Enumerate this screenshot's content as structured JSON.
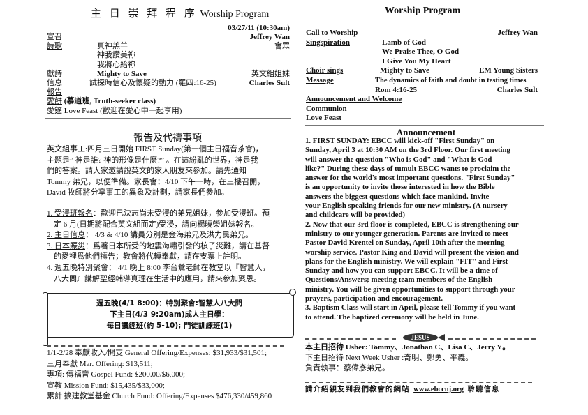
{
  "left": {
    "title_cn": "主 日 崇 拜 程 序",
    "title_en": "Worship Program",
    "date": "03/27/11 (10:30am)",
    "program": [
      {
        "label": "宣召",
        "middle": "",
        "right": "Jeffrey Wan"
      },
      {
        "label": "詩歌",
        "middle": "真神羔羊",
        "right": "會眾"
      },
      {
        "label": "",
        "middle": "神我讚美祢",
        "right": ""
      },
      {
        "label": "",
        "middle": "我將心給祢",
        "right": ""
      },
      {
        "label": "獻詩",
        "middle": "Mighty to Save",
        "right": "英文組姐妹"
      },
      {
        "label": "信息",
        "middle": "試探時信心及懷疑的動力 (羅四:16-25)",
        "right": "Charles Sult"
      },
      {
        "label": "報告",
        "middle": "",
        "right": ""
      }
    ],
    "love_bread_label": "愛餅",
    "love_bread_note": "(慕道班, Truth-seeker class)",
    "love_feast_label": "愛筵 Love Feast",
    "love_feast_note": "(歡迎在愛心中一起享用)",
    "announce_title": "報告及代禱事項",
    "announce_intro_lines": [
      "英文組事工:四月三日開始 FIRST Sunday(第一個主日福音茶會)，",
      "主題是” 神是誰? 神的形像是什麼?” 。在這紛亂的世界，神是我",
      "們的答案。請大家邀請說英文的家人朋友來參加。請先通知",
      "Tommy 弟兄，以便準備。家長會：4/10 下午一時，在三樓召開，",
      "David 牧師將分享事工的異象及計劃，請家長們參加。"
    ],
    "items": [
      {
        "head": "1. 受浸班報名",
        "lines": [
          "：歡迎已決志尚未受浸的弟兄姐妹，參加受浸班。預",
          "定 6 月(日期將配合英文組而定)受浸，請向楊曉榮姐妹報名。"
        ]
      },
      {
        "head": "2. 主日信息",
        "lines": [
          "： 4/3 & 4/10 講員分別是金海弟兄及洪力民弟兄。"
        ]
      },
      {
        "head": "3. 日本賑災",
        "lines": [
          "：爲著日本所受的地震海嘯引發的核子災難，請在基督",
          "的愛裡爲他們禱告；教會將代轉奉獻，請在支票上註明。"
        ]
      },
      {
        "head": "4. 週五晚特別聚會",
        "lines": [
          "： 4/1 晚上 8:00 李台鶯老師在教堂以『智慧人，",
          "八大問』講解聖經輔導真理在生活中的應用，請來參加聚恩。"
        ]
      }
    ],
    "scroll_lines": [
      "週五晚(4/1 8:00)：特別聚會:智慧人八大問",
      "下主日(4/3 9:20am)成人主日學：",
      "每日讀經班(約 5-10); 門徒訓練班(1)"
    ],
    "finance_lines": [
      "1/1-2/28 奉獻收入/開支 General Offering/Expenses: $31,933/$31,501;",
      "三月奉獻 Mar. Offering: $13,511;",
      "專項: 傳福音 Gospel Fund: $200.00/$6,000;",
      "宣教 Mission Fund: $15,435/$33,000;",
      "累計 擴建教堂基金 Church Fund: Offering/Expenses $476,330/459,860"
    ]
  },
  "right": {
    "title": "Worship Program",
    "program": [
      {
        "label": "Call to Worship",
        "middle": "",
        "right": "Jeffrey Wan"
      },
      {
        "label": "Singspiration",
        "middle": "Lamb of God",
        "right": ""
      },
      {
        "label": "",
        "middle": "We Praise Thee, O God",
        "right": ""
      },
      {
        "label": "",
        "middle": "I Give You My Heart",
        "right": ""
      },
      {
        "label": "Choir sings",
        "middle": "Mighty to Save",
        "right": "EM Young Sisters"
      },
      {
        "label": "Message",
        "middle": "The dynamics of faith and doubt in testing times",
        "right": ""
      },
      {
        "label": "",
        "middle": "Rom 4:16-25",
        "right": "Charles Sult"
      },
      {
        "label": "Announcement  and Welcome",
        "middle": "",
        "right": ""
      },
      {
        "label": "Communion",
        "middle": "",
        "right": ""
      },
      {
        "label": "Love Feast",
        "middle": "",
        "right": ""
      }
    ],
    "announce_title": "Announcement",
    "announce_lines": [
      "1. FIRST SUNDAY: EBCC will kick-off \"First Sunday\" on",
      "Sunday, April 3 at 10:30 AM on the 3rd Floor. Our first meeting",
      "will answer the question \"Who is God\" and \"What is God",
      "like?\"  During these days of tumult EBCC wants to proclaim the",
      "answer for the world's most important questions. \"First Sunday\"",
      "is an opportunity to invite those interested in how the Bible",
      "answers the biggest questions which face mankind.   Invite",
      "your English speaking friends for our new ministry.  (A nursery",
      "and childcare will be provided)",
      "2. Now that our 3rd floor is completed, EBCC is strengthening our",
      "ministry to our younger generation.  Parents are invited to meet",
      "Pastor David Krentel on Sunday, April 10th after the morning",
      "worship service.  Pastor King and David will present the vision and",
      "plans for the English ministry.  We will explain \"FIT\" and First",
      "Sunday and how you can support EBCC.  It will be a time of",
      "Questions/Answers; meeting team members of the English",
      "ministry.  You will be given opportunities to support through your",
      "prayers, participation and encouragement.",
      "3. Baptism Class will start in April, please tell Tommy if you want",
      "to attend. The baptized ceremony will be held in June."
    ],
    "fish_text": "JESUS",
    "usher_lines": [
      "本主日招待 Usher: Tommy、Jonathan C、Lisa C、Jerry Y。",
      "下主日招待 Next Week Usher :奇明、鄭勇、平義。",
      "負責執事：蔡偉彥弟兄。"
    ],
    "footer_prefix": "請介紹親友到我們教會的網站",
    "footer_url": "www.ebccnj.org",
    "footer_suffix": "聆聽信息"
  }
}
